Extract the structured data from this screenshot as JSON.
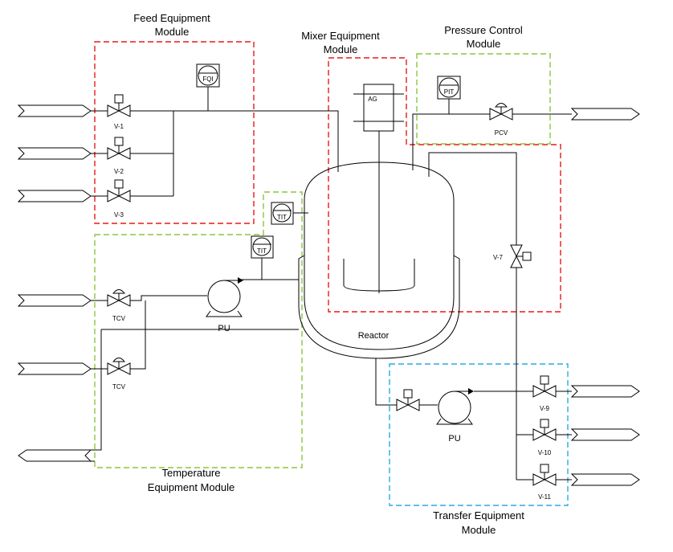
{
  "modules": {
    "feed": {
      "line1": "Feed Equipment",
      "line2": "Module",
      "color": "#e8191b"
    },
    "mixer": {
      "line1": "Mixer Equipment",
      "line2": "Module",
      "color": "#e8191b"
    },
    "pressure": {
      "line1": "Pressure Control",
      "line2": "Module",
      "color": "#8cc63f"
    },
    "temperature": {
      "line1": "Temperature",
      "line2": "Equipment Module",
      "color": "#8cc63f"
    },
    "transfer": {
      "line1": "Transfer Equipment",
      "line2": "Module",
      "color": "#29abe2"
    }
  },
  "instruments": {
    "fqi": "FQI",
    "pit": "PIT",
    "tit_top": "TIT",
    "tit_left": "TIT",
    "ag": "AG"
  },
  "valves": {
    "v1": "V-1",
    "v2": "V-2",
    "v3": "V-3",
    "v7": "V-7",
    "v9": "V-9",
    "v10": "V-10",
    "v11": "V-11",
    "pcv": "PCV",
    "tcv1": "TCV",
    "tcv2": "TCV"
  },
  "equipment": {
    "reactor": "Reactor",
    "pump_temp": "PU",
    "pump_transfer": "PU"
  }
}
